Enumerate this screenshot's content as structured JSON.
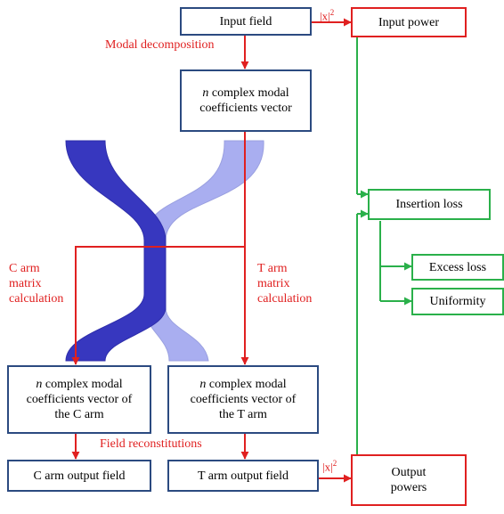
{
  "boxes": {
    "input_field": "Input field",
    "input_power": "Input power",
    "coef_vector_n": "n",
    "coef_vector_rest": " complex modal coefficients vector",
    "insertion_loss": "Insertion loss",
    "excess_loss": "Excess loss",
    "uniformity": "Uniformity",
    "c_arm_coef_n": "n",
    "c_arm_coef_rest": " complex modal coefficients vector of the C arm",
    "t_arm_coef_n": "n",
    "t_arm_coef_rest": " complex modal coefficients vector of the T arm",
    "c_arm_output": "C arm output field",
    "t_arm_output": "T arm output field",
    "output_powers": "Output powers"
  },
  "labels": {
    "modal_decomposition": "Modal decomposition",
    "c_arm_calc": "C arm\nmatrix\ncalculation",
    "t_arm_calc": "T arm\nmatrix\ncalculation",
    "field_reconstitutions": "Field reconstitutions",
    "abs_sq_top_base": "|x|",
    "abs_sq_top_exp": "2",
    "abs_sq_bottom_base": "|x|",
    "abs_sq_bottom_exp": "2"
  },
  "colors": {
    "process_arrow": "#e02020",
    "loss_arrow": "#2ab04a",
    "box_border": "#2b4a80",
    "waveguide_c": "#3b3bc4",
    "waveguide_t": "#aab0f0"
  }
}
